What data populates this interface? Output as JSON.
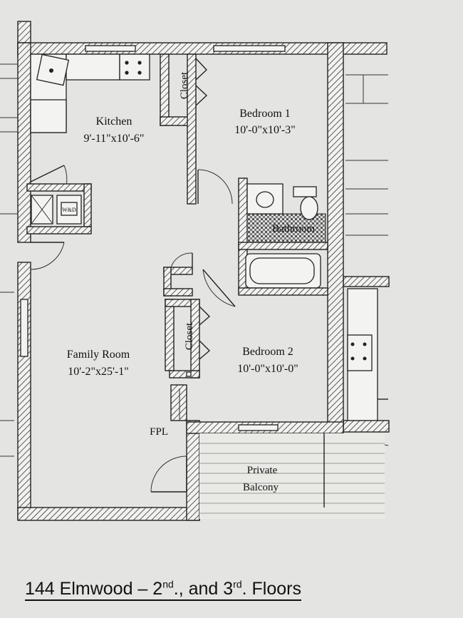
{
  "rooms": {
    "kitchen": {
      "name": "Kitchen",
      "size": "9'-11\"x10'-6\""
    },
    "bedroom1": {
      "name": "Bedroom 1",
      "size": "10'-0\"x10'-3\""
    },
    "bedroom2": {
      "name": "Bedroom 2",
      "size": "10'-0\"x10'-0\""
    },
    "family_room": {
      "name": "Family Room",
      "size": "10'-2\"x25'-1\""
    },
    "bathroom": {
      "name": "Bathroom"
    },
    "closet_upper": {
      "name": "Closet"
    },
    "closet_lower": {
      "name": "Closet"
    },
    "balcony": {
      "line1": "Private",
      "line2": "Balcony"
    },
    "fireplace": {
      "name": "FPL"
    },
    "washer_dryer": {
      "name": "W&D"
    }
  },
  "caption": {
    "part1": "144 Elmwood – 2",
    "sup1": "nd",
    "part2": "., and 3",
    "sup2": "rd",
    "part3": ". Floors"
  }
}
